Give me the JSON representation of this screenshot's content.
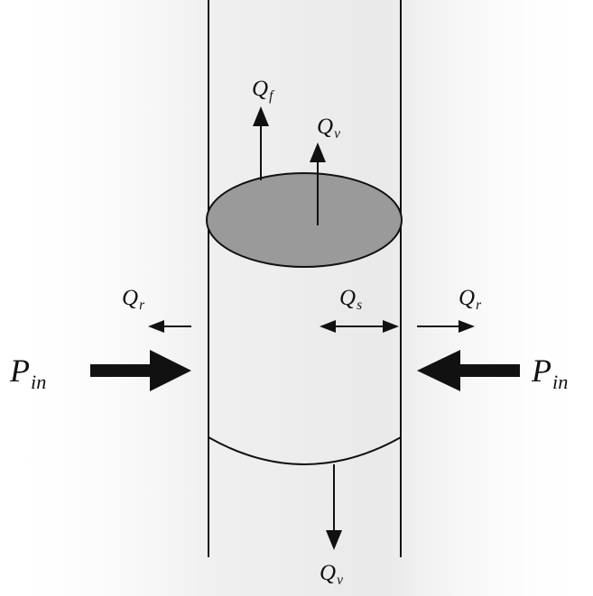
{
  "colors": {
    "background": "#ffffff",
    "ink": "#111111",
    "ellipse_fill": "#9a9a9a",
    "scan_grey": "#eeeeee"
  },
  "labels": {
    "q_f": {
      "main": "Q",
      "sub": "f"
    },
    "q_v_top": {
      "main": "Q",
      "sub": "v"
    },
    "q_v_bottom": {
      "main": "Q",
      "sub": "v"
    },
    "q_s": {
      "main": "Q",
      "sub": "s"
    },
    "q_r_left": {
      "main": "Q",
      "sub": "r"
    },
    "q_r_right": {
      "main": "Q",
      "sub": "r"
    },
    "p_in_left": {
      "main": "P",
      "sub": "in"
    },
    "p_in_right": {
      "main": "P",
      "sub": "in"
    }
  }
}
